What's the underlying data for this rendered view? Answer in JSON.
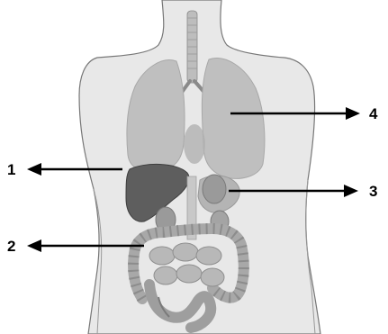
{
  "diagram": {
    "labels": [
      "1",
      "2",
      "3",
      "4"
    ]
  },
  "colors": {
    "body_fill": "#e8e8e8",
    "body_outline": "#777777",
    "lung_fill": "#bfbfbf",
    "liver_fill": "#5e5e5e",
    "kidney_fill": "#9a9a9a",
    "intestine_fill": "#aaaaaa",
    "arrow": "#000000"
  }
}
